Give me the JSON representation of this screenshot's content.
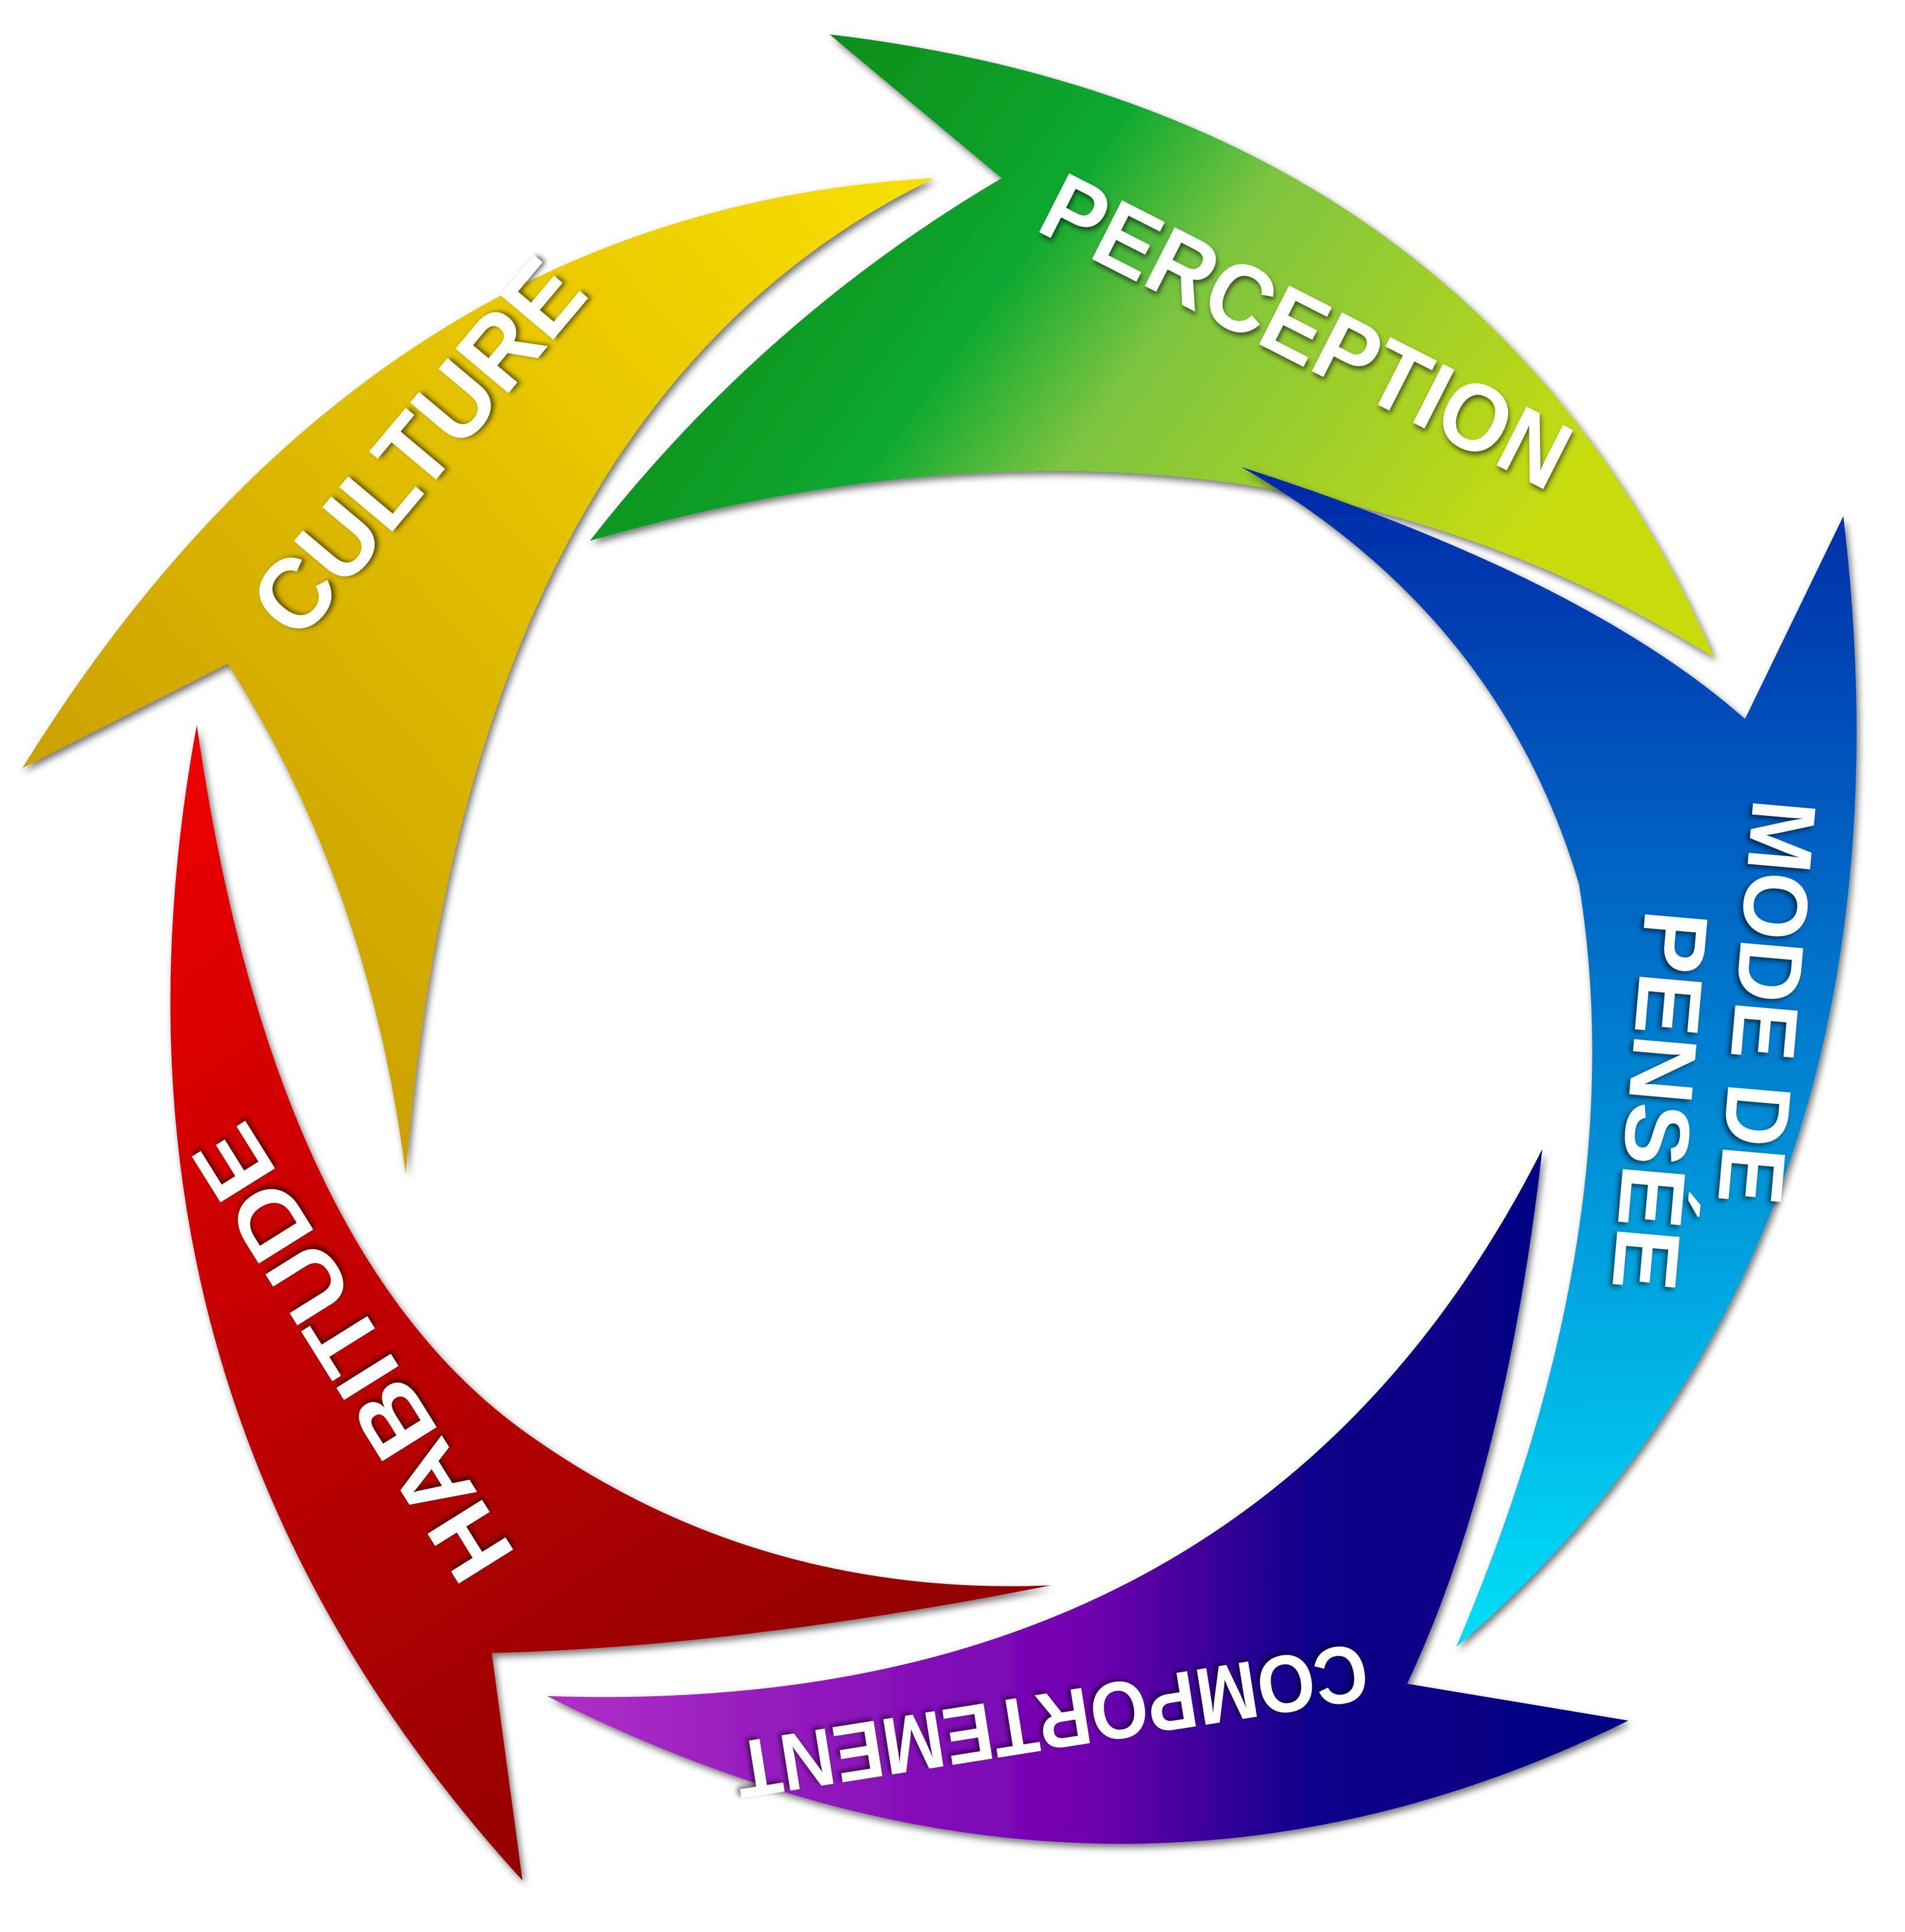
{
  "diagram": {
    "type": "cycle",
    "steps": [
      {
        "label": "PERCEPTION",
        "color_start": "#0a8a10",
        "color_end": "#c8dc10"
      },
      {
        "label_line1": "MODE DE",
        "label_line2": "PENSÉE",
        "color_start": "#0030b0",
        "color_end": "#00d8f0"
      },
      {
        "label": "COMPORTEMENT",
        "color_start": "#00007a",
        "color_end": "#a020c0"
      },
      {
        "label": "HABITUDE",
        "color_start": "#f00000",
        "color_end": "#900000"
      },
      {
        "label": "CULTURE",
        "color_start": "#c89a00",
        "color_end": "#f8e000"
      }
    ]
  }
}
